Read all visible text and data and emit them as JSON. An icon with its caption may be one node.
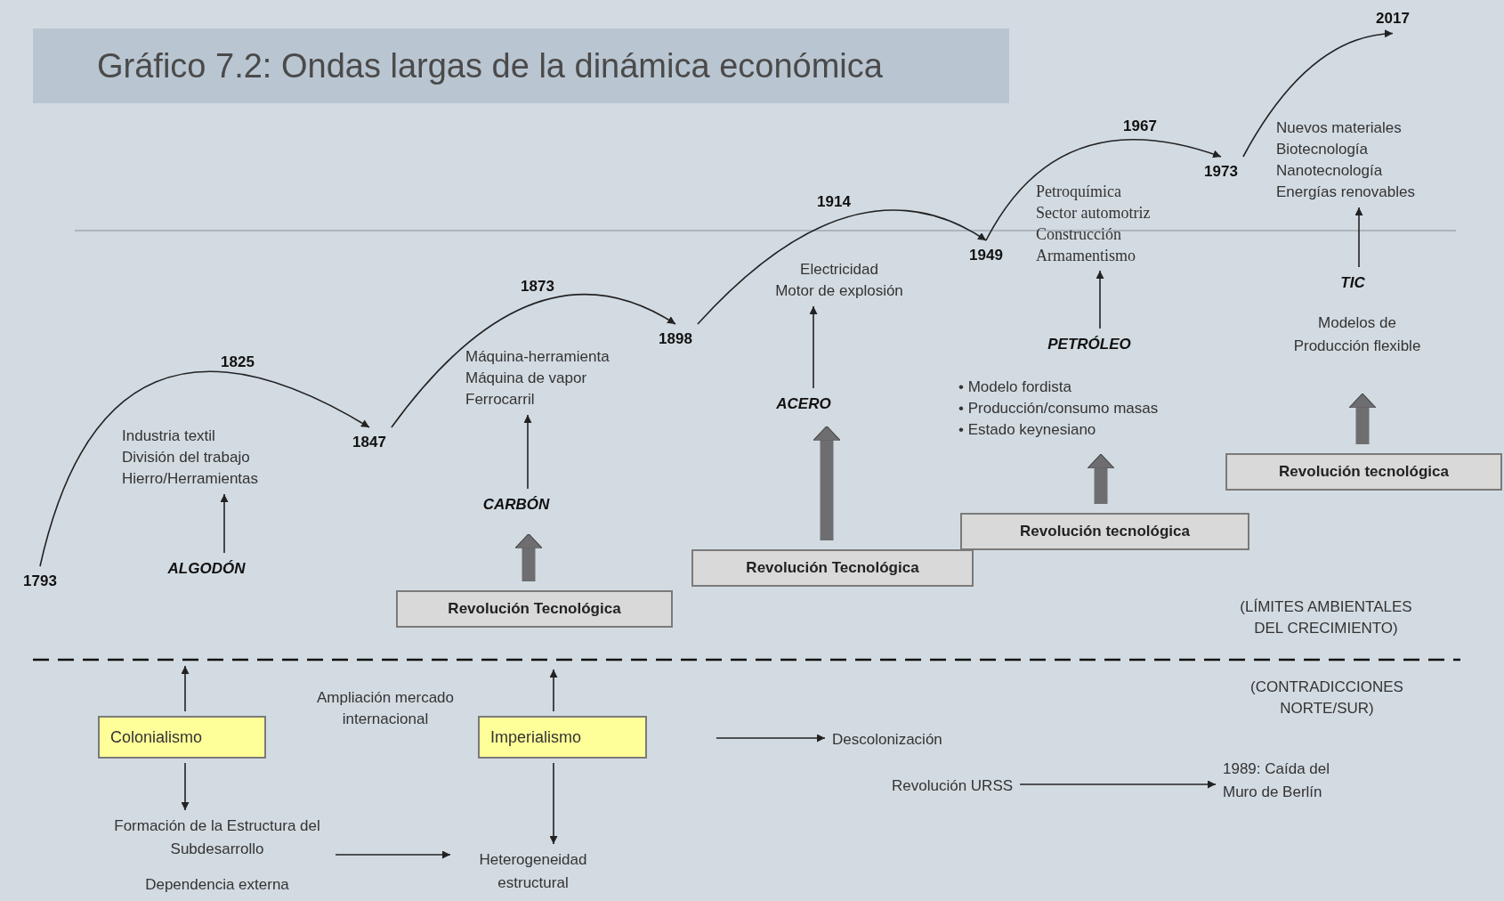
{
  "diagram": {
    "title": "Gráfico 7.2: Ondas largas de la dinámica económica",
    "nodes": [
      {
        "text": [
          "1793"
        ]
      },
      {
        "text": [
          "Industria textil",
          "División del trabajo",
          "Hierro/Herramientas"
        ]
      },
      {
        "text": [
          "ALGODÓN"
        ]
      },
      {
        "text": [
          "1847"
        ]
      },
      {
        "text": [
          "Máquina-herramienta",
          "Máquina de vapor",
          "Ferrocarril"
        ]
      },
      {
        "text": [
          "CARBÓN"
        ]
      },
      {
        "text": [
          "Revolución Tecnológica"
        ]
      },
      {
        "text": [
          "1898"
        ]
      },
      {
        "text": [
          "Electricidad",
          "Motor de explosión"
        ]
      },
      {
        "text": [
          "ACERO"
        ]
      },
      {
        "text": [
          "Revolución Tecnológica"
        ]
      },
      {
        "text": [
          "1949"
        ]
      },
      {
        "text": [
          "Petroquímica",
          "Sector automotriz",
          "Construcción",
          "Armamentismo"
        ]
      },
      {
        "text": [
          "PETRÓLEO"
        ]
      },
      {
        "text": [
          "• Modelo fordista",
          "• Producción/consumo masas",
          "• Estado keynesiano"
        ]
      },
      {
        "text": [
          "Revolución tecnológica"
        ]
      },
      {
        "text": [
          "1973"
        ]
      },
      {
        "text": [
          "Nuevos materiales",
          "Biotecnología",
          "Nanotecnología",
          "Energías renovables"
        ]
      },
      {
        "text": [
          "TIC"
        ]
      },
      {
        "text": [
          "Modelos de Producción flexible"
        ]
      },
      {
        "text": [
          "Revolución tecnológica"
        ]
      },
      {
        "text": [
          "2017"
        ]
      },
      {
        "text": [
          "Colonialismo"
        ]
      },
      {
        "text": [
          "Formación de la Estructura del Subdesarrollo"
        ]
      },
      {
        "text": [
          "Imperialismo"
        ]
      },
      {
        "text": [
          "Heterogeneidad estructural"
        ]
      },
      {
        "text": [
          "Descolonización"
        ]
      },
      {
        "text": [
          "Revolución URSS"
        ]
      },
      {
        "text": [
          "1989: Caída del Muro de Berlín"
        ]
      }
    ],
    "edges": [
      {
        "from": 0,
        "to": 3,
        "arrow": "to"
      },
      {
        "from": 3,
        "to": 7,
        "arrow": "to"
      },
      {
        "from": 7,
        "to": 11,
        "arrow": "to"
      },
      {
        "from": 11,
        "to": 16,
        "arrow": "to"
      },
      {
        "from": 16,
        "to": 21,
        "arrow": "to"
      },
      {
        "from": 2,
        "to": 1,
        "arrow": "to"
      },
      {
        "from": 5,
        "to": 4,
        "arrow": "to"
      },
      {
        "from": 9,
        "to": 8,
        "arrow": "to"
      },
      {
        "from": 13,
        "to": 12,
        "arrow": "to"
      },
      {
        "from": 18,
        "to": 17,
        "arrow": "to"
      },
      {
        "from": 6,
        "to": 5,
        "arrow": "to",
        "style": "thick",
        "color": "#6e6e70"
      },
      {
        "from": 10,
        "to": 9,
        "arrow": "to",
        "style": "thick",
        "color": "#6e6e70"
      },
      {
        "from": 15,
        "to": 14,
        "arrow": "to",
        "style": "thick",
        "color": "#6e6e70"
      },
      {
        "from": 20,
        "to": 19,
        "arrow": "to",
        "style": "thick",
        "color": "#6e6e70"
      },
      {
        "from": 22,
        "to": null,
        "arrow": "to"
      },
      {
        "from": 22,
        "to": 23,
        "arrow": "to"
      },
      {
        "from": 24,
        "to": null,
        "arrow": "to"
      },
      {
        "from": 24,
        "to": 25,
        "arrow": "to"
      },
      {
        "from": 23,
        "to": 25,
        "arrow": "to"
      },
      {
        "from": null,
        "to": 26,
        "arrow": "to"
      },
      {
        "from": 27,
        "to": 28,
        "arrow": "to"
      }
    ],
    "labels": [
      "1825",
      "1873",
      "1914",
      "1967",
      "(LÍMITES AMBIENTALES DEL CRECIMIENTO)",
      "(CONTRADICCIONES NORTE/SUR)",
      "Ampliación mercado internacional",
      "Dependencia externa"
    ]
  }
}
